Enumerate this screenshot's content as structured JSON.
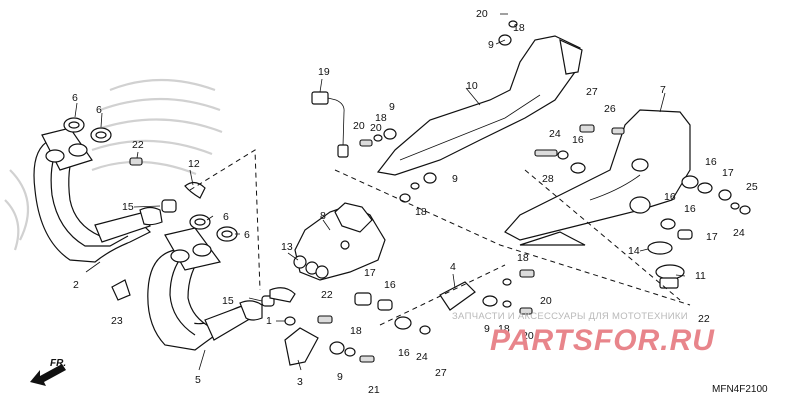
{
  "diagram": {
    "code": "MFN4F2100",
    "direction_label": "FR.",
    "watermark_text": "ЗАПЧАСТИ И АКСЕССУАРЫ ДЛЯ МОТОТЕХНИКИ",
    "watermark_brand": "PARTSFOR.RU",
    "watermark_color": "#e8858b",
    "labels": [
      "1",
      "2",
      "3",
      "4",
      "5",
      "6",
      "7",
      "8",
      "9",
      "10",
      "11",
      "12",
      "13",
      "14",
      "15",
      "16",
      "17",
      "18",
      "19",
      "20",
      "21",
      "22",
      "23",
      "24",
      "25",
      "26",
      "27",
      "28"
    ],
    "callouts": [
      {
        "text": "20"
      },
      {
        "text": "18"
      },
      {
        "text": "9"
      },
      {
        "text": "19"
      },
      {
        "text": "10"
      },
      {
        "text": "9"
      },
      {
        "text": "18"
      },
      {
        "text": "20"
      },
      {
        "text": "6"
      },
      {
        "text": "6"
      },
      {
        "text": "22"
      },
      {
        "text": "12"
      },
      {
        "text": "15"
      },
      {
        "text": "6"
      },
      {
        "text": "6"
      },
      {
        "text": "2"
      },
      {
        "text": "23"
      },
      {
        "text": "8"
      },
      {
        "text": "9"
      },
      {
        "text": "18"
      },
      {
        "text": "20"
      },
      {
        "text": "13"
      },
      {
        "text": "15"
      },
      {
        "text": "1"
      },
      {
        "text": "5"
      },
      {
        "text": "3"
      },
      {
        "text": "17"
      },
      {
        "text": "16"
      },
      {
        "text": "22"
      },
      {
        "text": "18"
      },
      {
        "text": "9"
      },
      {
        "text": "21"
      },
      {
        "text": "16"
      },
      {
        "text": "24"
      },
      {
        "text": "27"
      },
      {
        "text": "4"
      },
      {
        "text": "9"
      },
      {
        "text": "18"
      },
      {
        "text": "20"
      },
      {
        "text": "18"
      },
      {
        "text": "20"
      },
      {
        "text": "27"
      },
      {
        "text": "26"
      },
      {
        "text": "7"
      },
      {
        "text": "24"
      },
      {
        "text": "16"
      },
      {
        "text": "28"
      },
      {
        "text": "16"
      },
      {
        "text": "17"
      },
      {
        "text": "16"
      },
      {
        "text": "25"
      },
      {
        "text": "24"
      },
      {
        "text": "16"
      },
      {
        "text": "17"
      },
      {
        "text": "14"
      },
      {
        "text": "11"
      },
      {
        "text": "22"
      }
    ]
  }
}
